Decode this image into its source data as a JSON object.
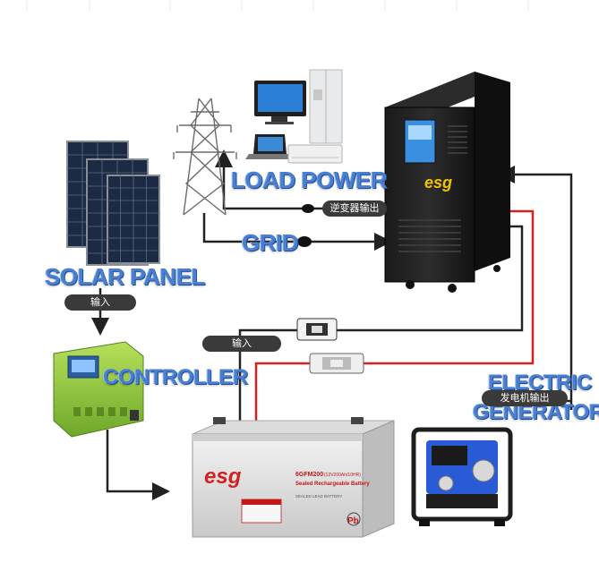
{
  "labels": {
    "load_power": "LOAD POWER",
    "grid": "GRID",
    "solar_panel": "SOLAR PANEL",
    "controller": "CONTROLLER",
    "electric": "ELECTRIC",
    "generator": "GENERATOR"
  },
  "tags": {
    "inverter_output": "逆变器输出",
    "input_solar": "输入",
    "input_battery": "输入",
    "generator_output": "发电机输出"
  },
  "logo": "esg",
  "battery": {
    "model": "6GFM200",
    "spec": "(12V200Ah/10HR)",
    "title": "Sealed Rechargeable Battery",
    "note": "SEALED LEAD BATTERY",
    "chem": "Pb"
  },
  "colors": {
    "label_blue": "#4a7fd0",
    "wire_red": "#d32020",
    "wire_black": "#222222",
    "controller_green": "#8cc63f"
  }
}
